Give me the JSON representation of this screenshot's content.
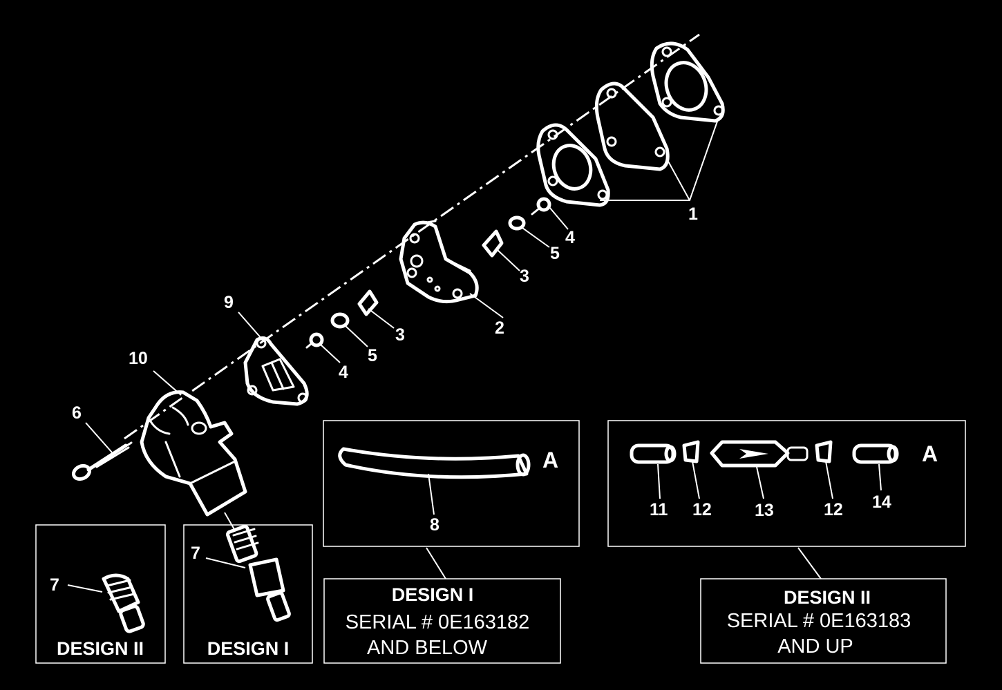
{
  "callouts": {
    "c1": "1",
    "c2": "2",
    "c3a": "3",
    "c3b": "3",
    "c4a": "4",
    "c4b": "4",
    "c5a": "5",
    "c5b": "5",
    "c6": "6",
    "c7a": "7",
    "c7b": "7",
    "c8": "8",
    "c9": "9",
    "c10": "10",
    "c11": "11",
    "c12a": "12",
    "c12b": "12",
    "c13": "13",
    "c14": "14"
  },
  "inset_letters": {
    "hose_box": "A",
    "filter_box": "A"
  },
  "small_boxes": {
    "design_ii_label": "DESIGN II",
    "design_i_label": "DESIGN I"
  },
  "design_i_note": {
    "title": "DESIGN I",
    "line1": "SERIAL # 0E163182",
    "line2": "AND BELOW"
  },
  "design_ii_note": {
    "title": "DESIGN II",
    "line1": "SERIAL # 0E163183",
    "line2": "AND UP"
  }
}
